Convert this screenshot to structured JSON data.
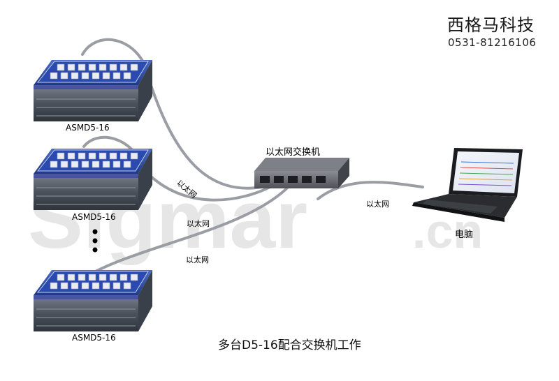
{
  "brand": {
    "name": "西格马科技",
    "phone": "0531-81216106"
  },
  "watermark": "Sigmar.cn",
  "devices": [
    {
      "label": "ASMD5-16"
    },
    {
      "label": "ASMD5-16"
    },
    {
      "label": "ASMD5-16"
    }
  ],
  "switch": {
    "label": "以太网交换机"
  },
  "computer": {
    "label": "电脑"
  },
  "links": [
    {
      "label": "以太网"
    },
    {
      "label": "以太网"
    },
    {
      "label": "以太网"
    },
    {
      "label": "以太网"
    }
  ],
  "caption": "多台D5-16配合交换机工作",
  "colors": {
    "device_top": "#2f4fa8",
    "device_body": "#5a6270",
    "cable": "#9a9ea4",
    "switch": "#6b6f75"
  }
}
